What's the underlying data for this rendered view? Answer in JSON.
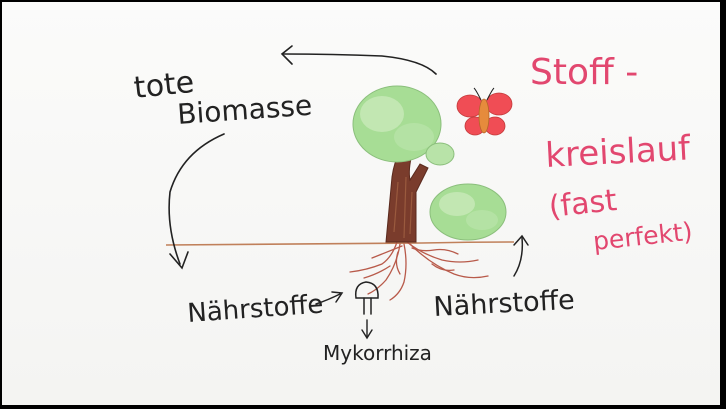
{
  "labels": {
    "tote_biomasse_line1": "tote",
    "tote_biomasse_line2": "Biomasse",
    "naehrstoffe_left": "Nährstoffe",
    "naehrstoffe_right": "Nährstoffe",
    "mykorrhiza": "Mykorrhiza",
    "stoff": "Stoff -",
    "kreislauf": "kreislauf",
    "fast": "(fast",
    "perfekt": "perfekt)"
  },
  "colors": {
    "ink": "#222222",
    "pink": "#e2476f",
    "ground": "#c0805a",
    "root": "#b85a4a",
    "trunk": "#7a3c2c",
    "leaf": "#a7dd95",
    "leaf_light": "#cdebbf",
    "butterfly": "#f04d55",
    "butterfly_body": "#e68b3c"
  }
}
